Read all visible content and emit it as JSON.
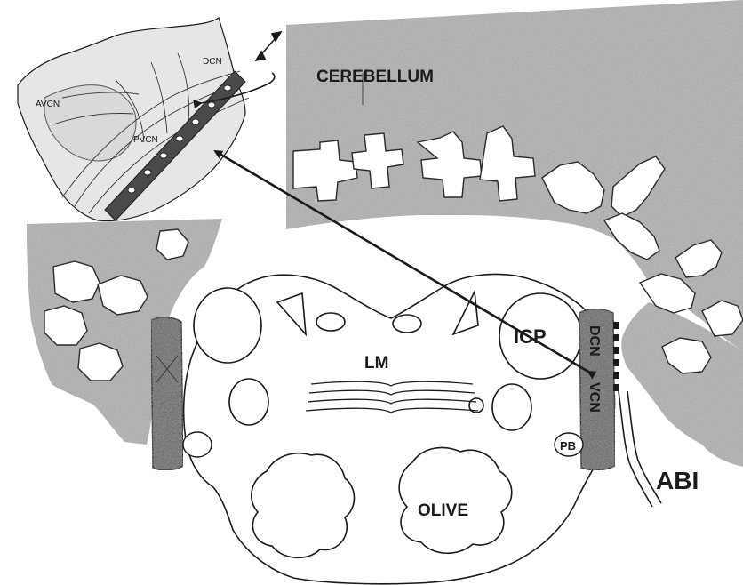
{
  "labels": {
    "cerebellum": "CEREBELLUM",
    "icp": "ICP",
    "lm": "LM",
    "olive": "OLIVE",
    "pb": "PB",
    "dcn": "DCN",
    "vcn": "VCN",
    "abi": "ABI",
    "inset_dcn": "DCN",
    "inset_avcn": "AVCN",
    "inset_pvcn": "PVCN"
  },
  "colors": {
    "background": "#ffffff",
    "tissue_gray": "#b8b8b8",
    "nucleus_dark": "#6e6e6e",
    "ink": "#1a1a1a"
  }
}
